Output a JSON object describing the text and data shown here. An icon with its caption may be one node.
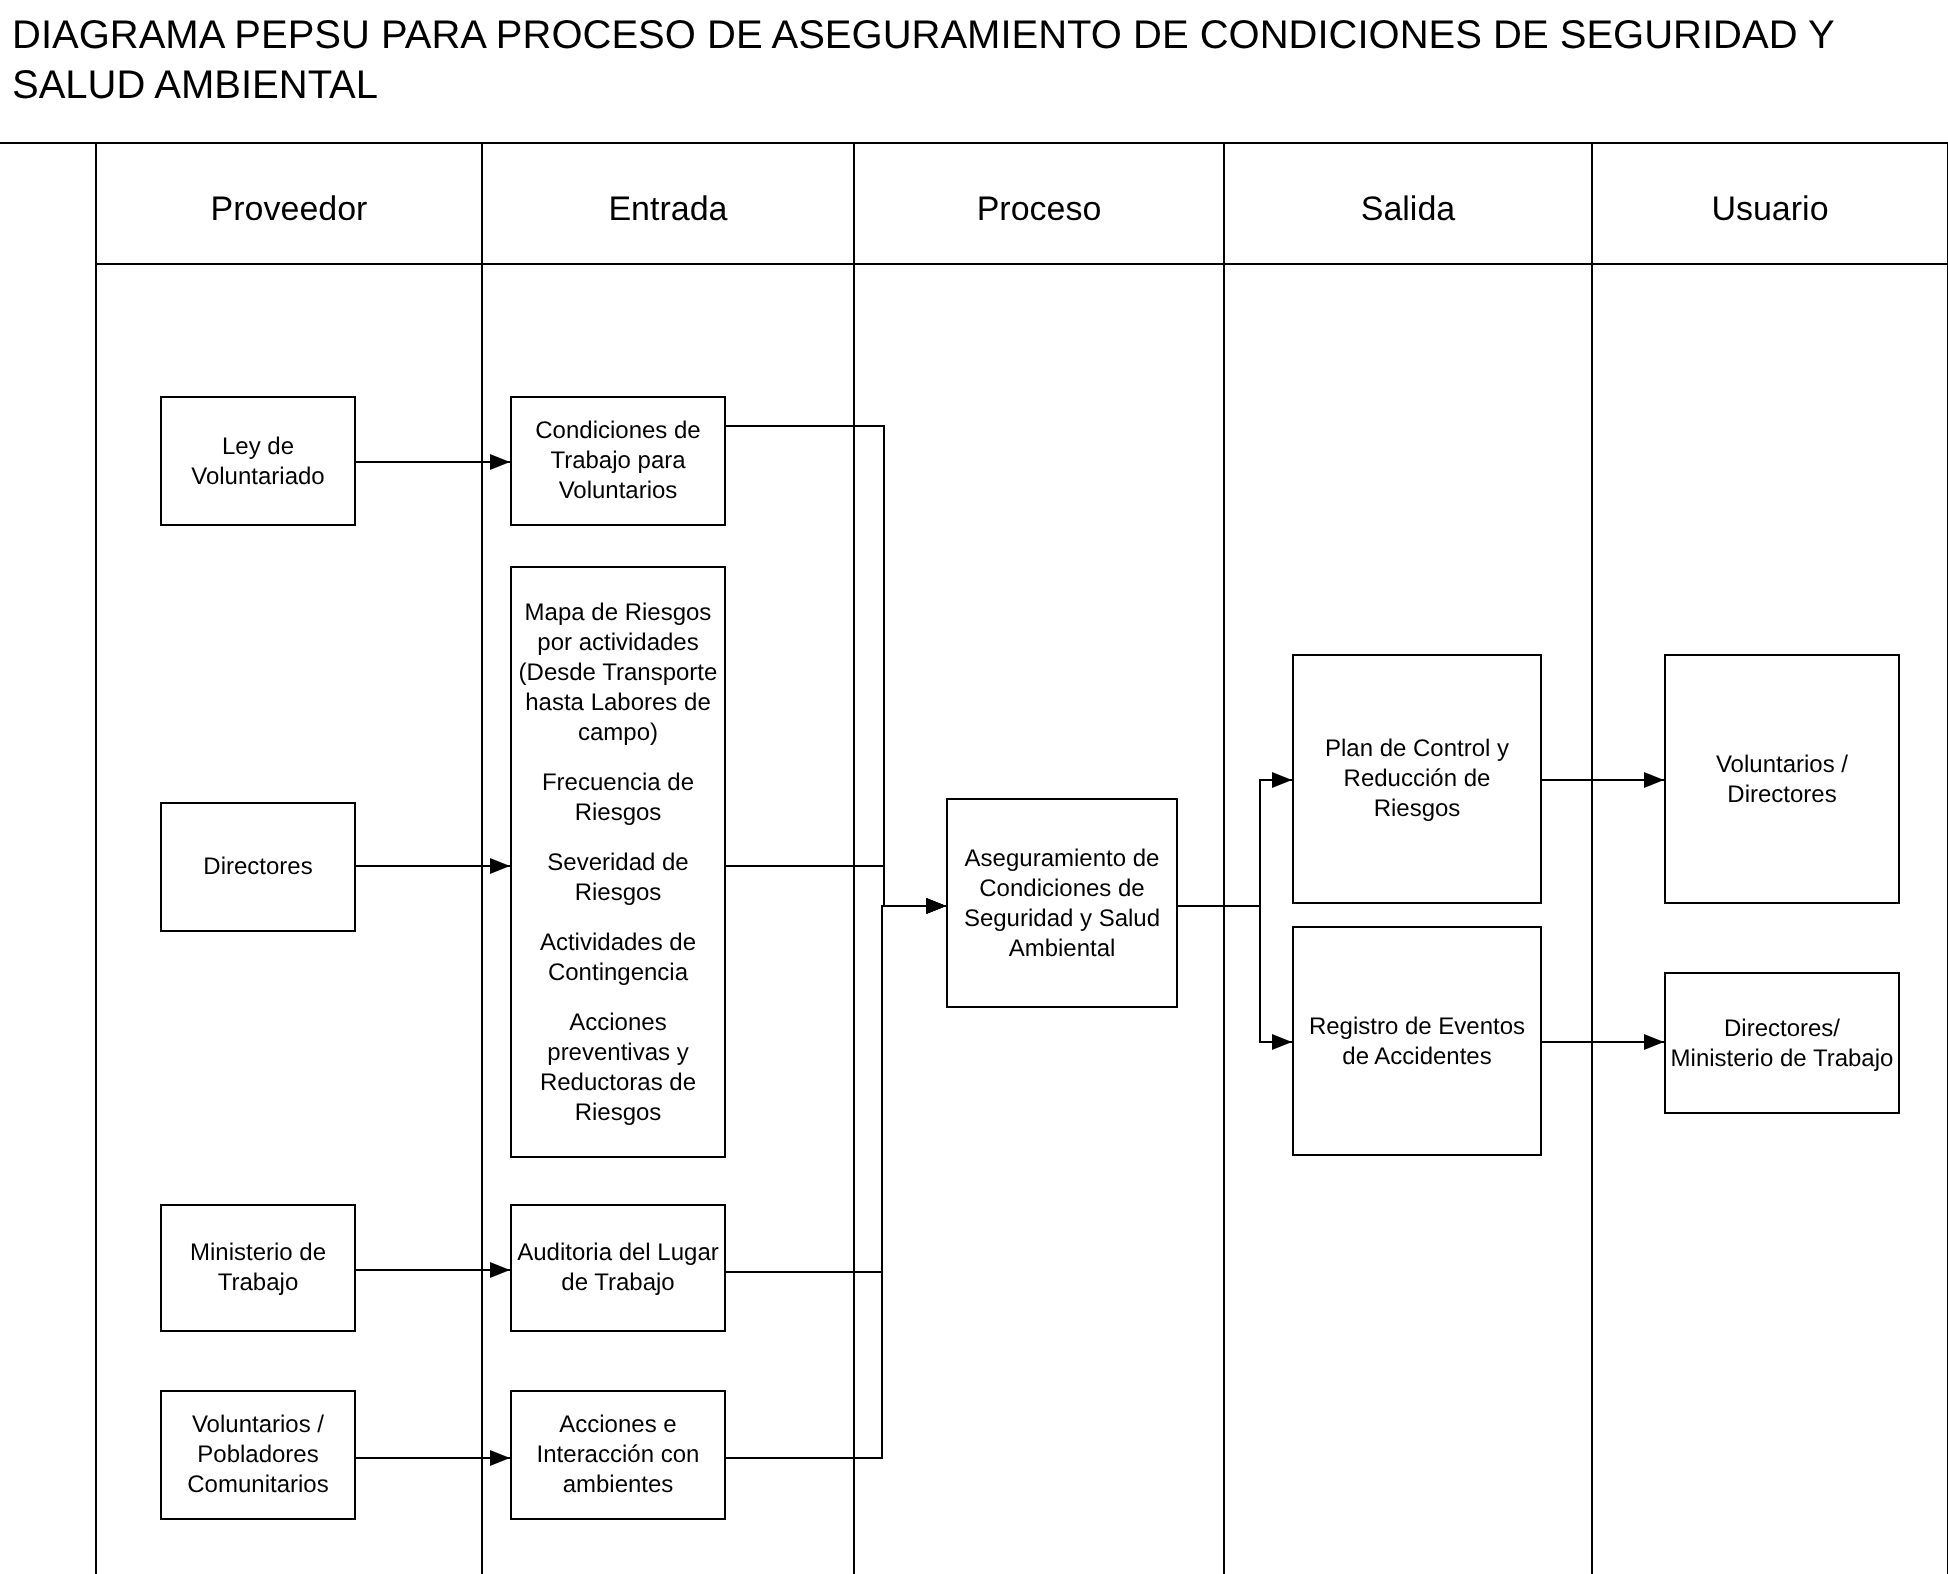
{
  "diagram": {
    "title": "DIAGRAMA PEPSU PARA PROCESO DE ASEGURAMIENTO DE CONDICIONES DE SEGURIDAD Y SALUD AMBIENTAL",
    "nodes": [
      {
        "text": [
          "Ley de Voluntariado"
        ]
      },
      {
        "text": [
          "Condiciones de Trabajo para Voluntarios"
        ]
      },
      {
        "text": [
          "Directores"
        ]
      },
      {
        "text": [
          "Mapa de Riesgos por actividades (Desde Transporte hasta Labores de campo)",
          "Frecuencia de Riesgos",
          "Severidad de Riesgos",
          "Actividades de Contingencia",
          "Acciones preventivas y Reductoras de Riesgos"
        ]
      },
      {
        "text": [
          "Ministerio de Trabajo"
        ]
      },
      {
        "text": [
          "Auditoria del Lugar de Trabajo"
        ]
      },
      {
        "text": [
          "Voluntarios / Pobladores Comunitarios"
        ]
      },
      {
        "text": [
          "Acciones e Interacción con ambientes"
        ]
      },
      {
        "text": [
          "Aseguramiento de Condiciones de Seguridad y Salud Ambiental"
        ]
      },
      {
        "text": [
          "Plan de Control y Reducción de Riesgos"
        ]
      },
      {
        "text": [
          "Registro de Eventos de Accidentes"
        ]
      },
      {
        "text": [
          "Voluntarios / Directores"
        ]
      },
      {
        "text": [
          "Directores/ Ministerio de Trabajo"
        ]
      }
    ],
    "edges": [
      {
        "from": 0,
        "to": 1,
        "arrow": "to"
      },
      {
        "from": 2,
        "to": 3,
        "arrow": "to"
      },
      {
        "from": 4,
        "to": 5,
        "arrow": "to"
      },
      {
        "from": 6,
        "to": 7,
        "arrow": "to"
      },
      {
        "from": 1,
        "to": 8,
        "arrow": "to"
      },
      {
        "from": 3,
        "to": 8,
        "arrow": "to"
      },
      {
        "from": 5,
        "to": 8,
        "arrow": "to"
      },
      {
        "from": 7,
        "to": 8,
        "arrow": "to"
      },
      {
        "from": 8,
        "to": 9,
        "arrow": "to"
      },
      {
        "from": 8,
        "to": 10,
        "arrow": "to"
      },
      {
        "from": 9,
        "to": 11,
        "arrow": "to"
      },
      {
        "from": 10,
        "to": 12,
        "arrow": "to"
      }
    ],
    "labels": [
      "Proveedor",
      "Entrada",
      "Proceso",
      "Salida",
      "Usuario"
    ]
  }
}
